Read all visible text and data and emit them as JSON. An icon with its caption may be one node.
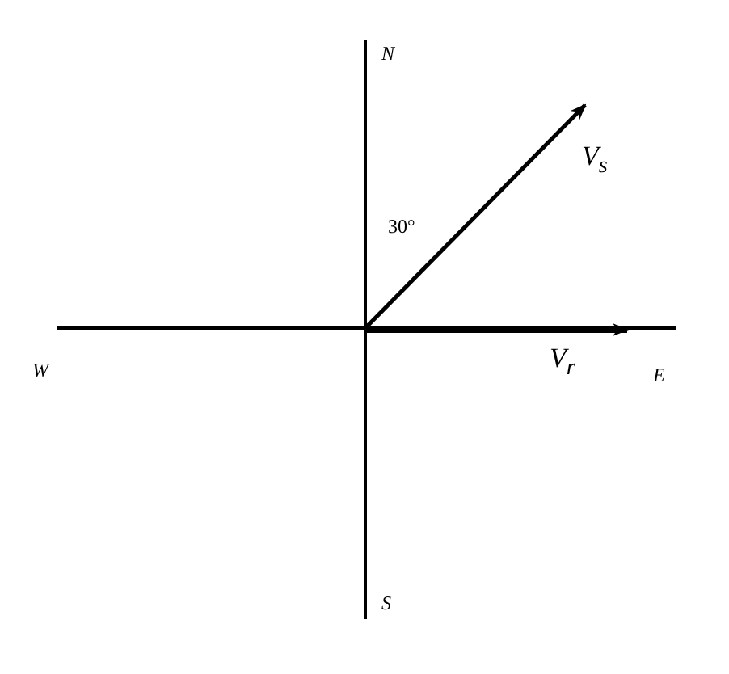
{
  "diagram": {
    "labels": [
      "N",
      "V$_{s}$",
      "30°",
      "W",
      "V$_{r}$",
      "E",
      "S"
    ]
  }
}
